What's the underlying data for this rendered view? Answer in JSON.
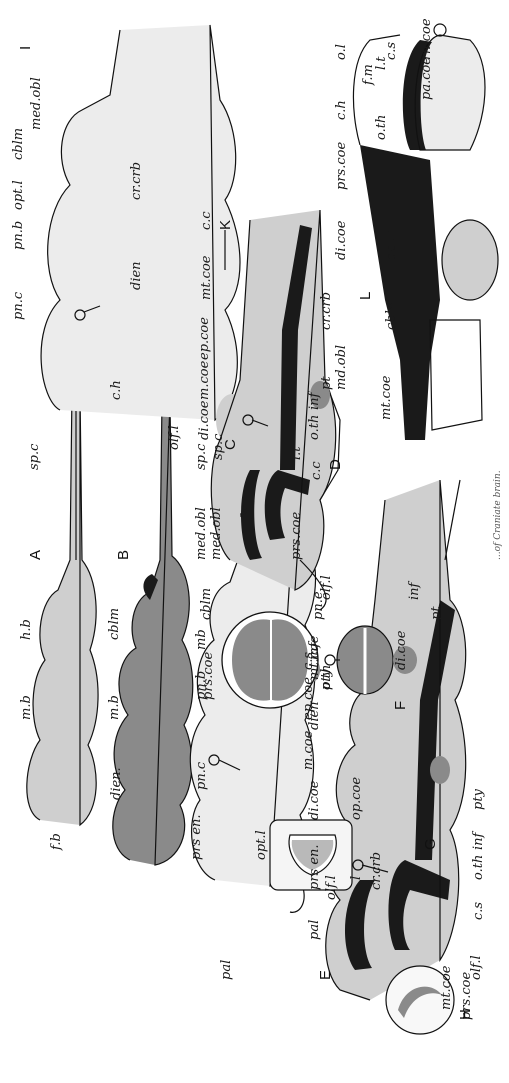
{
  "figure": {
    "panels": [
      "A",
      "B",
      "C",
      "D",
      "E",
      "F",
      "G",
      "H",
      "I",
      "K",
      "L"
    ],
    "caption_fragment": "...of Craniate brain.",
    "labels": {
      "A": [
        "f.b",
        "m.b",
        "h.b",
        "sp.c"
      ],
      "B": [
        "dien.",
        "m.b",
        "cblm",
        "prs en.",
        "med.obl",
        "sp.c"
      ],
      "C": [
        "pn.c",
        "pn.b",
        "mb",
        "cblm",
        "med.obl",
        "sp.c",
        "prs en.",
        "olf.l",
        "dien",
        "pty",
        "inf"
      ],
      "D": [
        "pal",
        "di.coe",
        "m.coe",
        "ep.coe",
        "mt.coe",
        "c.c",
        "prs.coe",
        "olf.l",
        "c.s",
        "o.th",
        "inf",
        "pty"
      ],
      "E": [
        "pal",
        "prs.coe",
        "c.s"
      ],
      "F": [
        "pn.e",
        "o.th",
        "di.coe",
        "inf",
        "pt"
      ],
      "G": [
        "opt.l",
        "op.coe",
        "l",
        "cr.crb"
      ],
      "H": [
        "mt.coe"
      ],
      "I": [
        "pn.c",
        "pn.b",
        "opt.l",
        "cblm",
        "med.obl",
        "c.h",
        "dien",
        "cr.crb",
        "olf.l"
      ],
      "K": [
        "di.coe",
        "m.coe",
        "ep.coe",
        "mt.coe",
        "c.c",
        "fm",
        "prs.coe",
        "l.t",
        "o.th",
        "inf",
        "pt",
        "cr.crb",
        "olf.l"
      ],
      "L": [
        "rh.coe",
        "pa.coe",
        "c.s",
        "f.m",
        "l.t",
        "o.th",
        "opt.l",
        "cblm",
        "mt.coe",
        "o.l",
        "c.h",
        "prs.coe",
        "di.coe",
        "md.obl"
      ]
    }
  }
}
